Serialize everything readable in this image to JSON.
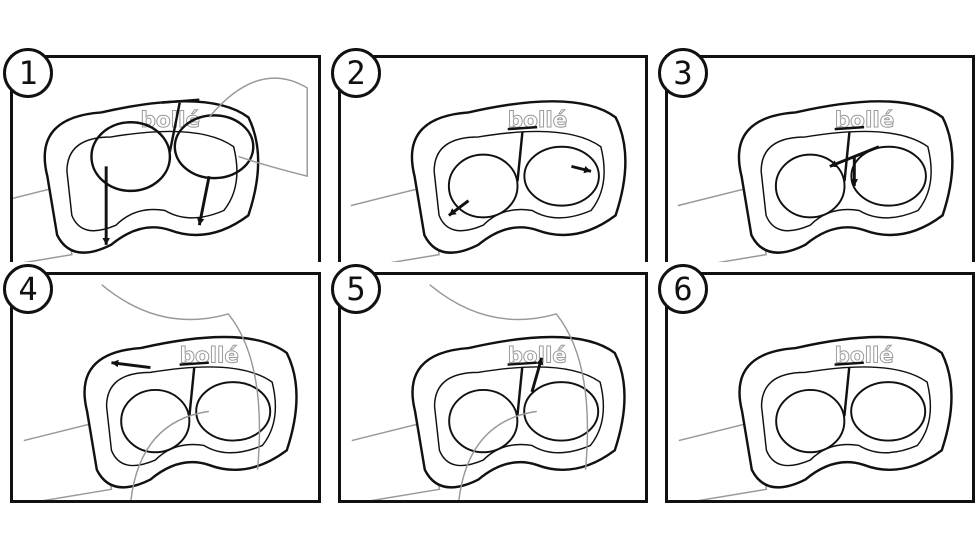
{
  "steps": [
    {
      "number": "1",
      "arrows": 2
    },
    {
      "number": "2",
      "arrows": 2
    },
    {
      "number": "3",
      "arrows": 2
    },
    {
      "number": "4",
      "arrows": 1
    },
    {
      "number": "5",
      "arrows": 1
    },
    {
      "number": "6",
      "arrows": 0
    }
  ],
  "logo_text": "bollé",
  "colors": {
    "line": "#111111",
    "light_line": "#999999"
  }
}
